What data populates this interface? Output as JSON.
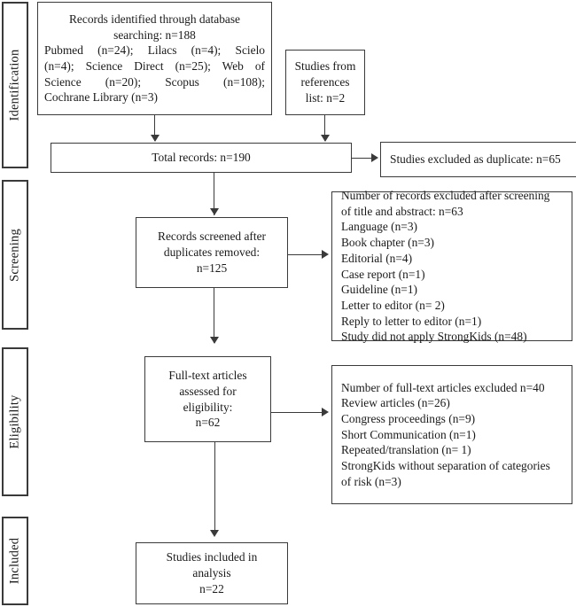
{
  "diagram": {
    "title": "PRISMA study selection flow diagram",
    "type": "prisma-flowchart",
    "line_color": "#3a3a3a",
    "background": "#ffffff"
  },
  "stages": [
    {
      "id": "identification",
      "label": "Identification"
    },
    {
      "id": "screening",
      "label": "Screening"
    },
    {
      "id": "eligibility",
      "label": "Eligibility"
    },
    {
      "id": "included",
      "label": "Included"
    }
  ],
  "boxes": {
    "database_search": {
      "lines": [
        "Records identified through database",
        "searching: n=188",
        "Pubmed (n=24); Lilacs (n=4); Scielo",
        "(n=4); Science Direct (n=25); Web of",
        "Science (n=20); Scopus (n=108);",
        "Cochrane Library (n=3)"
      ]
    },
    "reference_search": {
      "lines": [
        "Studies from",
        "references",
        "list: n=2"
      ]
    },
    "total_records": {
      "lines": [
        "Total records: n=190"
      ]
    },
    "duplicates_excluded": {
      "lines": [
        "Studies excluded as duplicate: n=65"
      ]
    },
    "records_screened": {
      "lines": [
        "Records screened after",
        "duplicates removed:",
        "n=125"
      ]
    },
    "screening_excluded": {
      "lines": [
        "Number of records excluded after screening",
        "of title and abstract: n=63",
        "Language (n=3)",
        "Book chapter (n=3)",
        "Editorial (n=4)",
        "Case report (n=1)",
        "Guideline (n=1)",
        "Letter to editor (n= 2)",
        "Reply to letter to editor (n=1)",
        "Study did not apply StrongKids (n=48)"
      ]
    },
    "fulltext_assessed": {
      "lines": [
        "Full-text articles",
        "assessed for",
        "eligibility:",
        "n=62"
      ]
    },
    "fulltext_excluded": {
      "lines": [
        "Number of full-text articles excluded n=40",
        "Review articles (n=26)",
        "Congress proceedings (n=9)",
        "Short Communication (n=1)",
        "Repeated/translation (n= 1)",
        "StrongKids without separation of categories",
        "of risk (n=3)"
      ]
    },
    "studies_included": {
      "lines": [
        "Studies included in",
        "analysis",
        "n=22"
      ]
    }
  },
  "counts": {
    "database_total": 188,
    "pubmed": 24,
    "lilacs": 4,
    "scielo": 4,
    "science_direct": 25,
    "web_of_science": 20,
    "scopus": 108,
    "cochrane_library": 3,
    "from_references": 2,
    "total_records": 190,
    "duplicates_excluded": 65,
    "records_screened": 125,
    "screening_excluded_total": 63,
    "fulltext_assessed": 62,
    "fulltext_excluded_total": 40,
    "studies_included": 22
  }
}
